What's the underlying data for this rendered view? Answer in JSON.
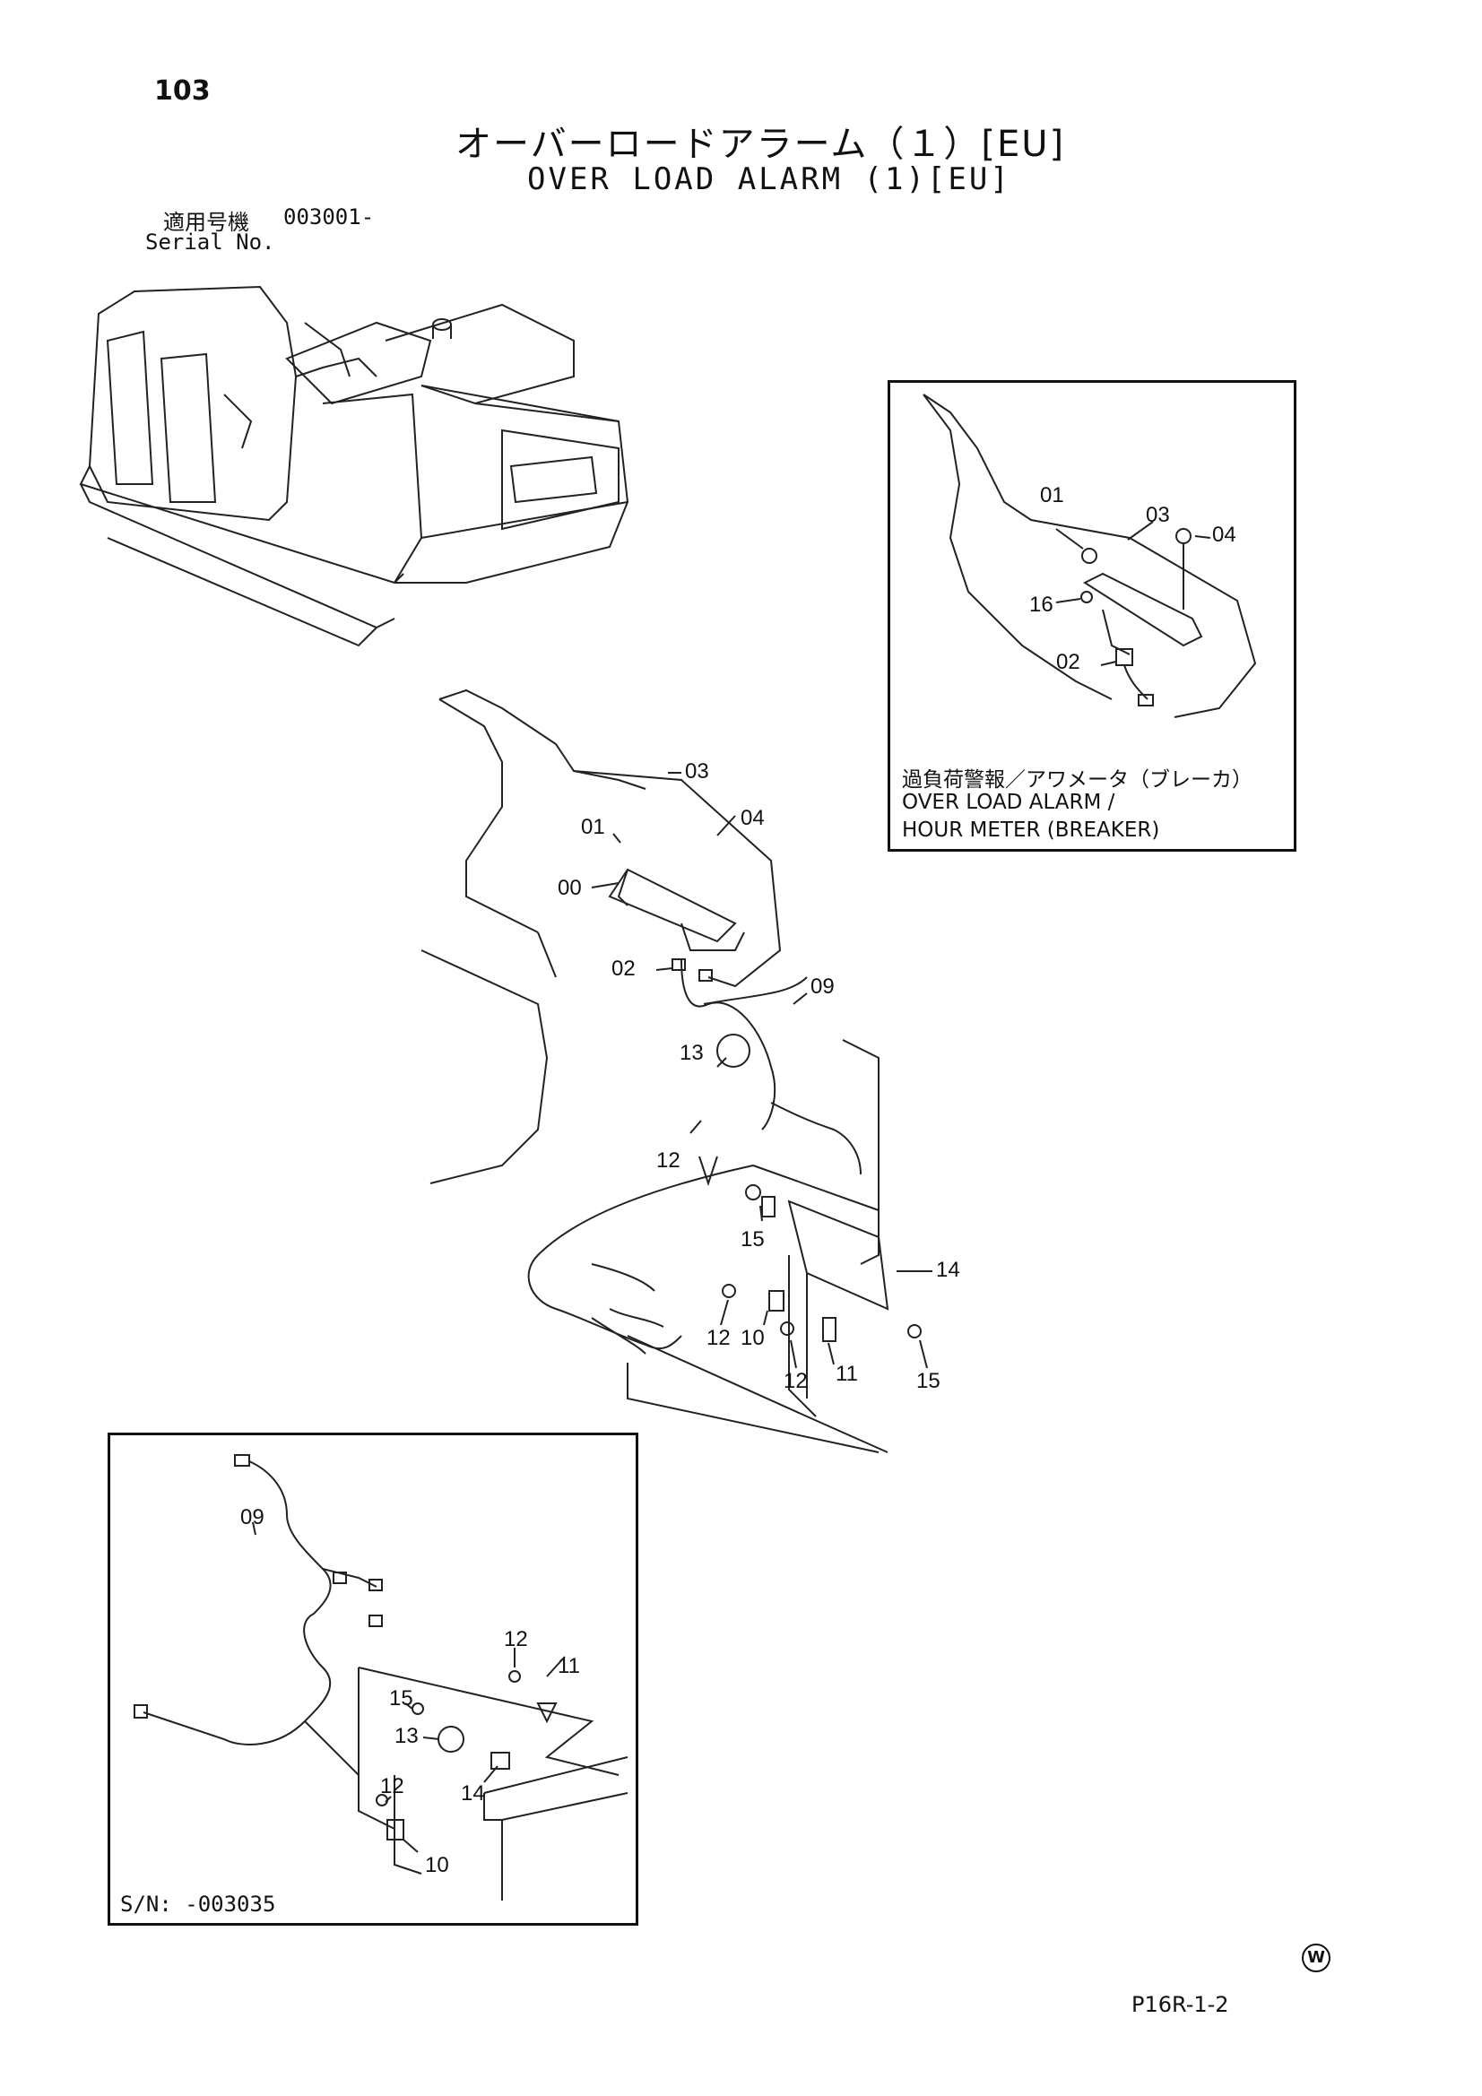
{
  "page_number": "103",
  "title_jp": "オーバーロードアラーム（１）[EU]",
  "title_en": "OVER LOAD ALARM (1)[EU]",
  "serial": {
    "label_jp": "適用号機",
    "label_en": "Serial No.",
    "value": "003001-"
  },
  "inset_top": {
    "caption_jp": "過負荷警報／アワメータ（ブレーカ）",
    "caption_en_1": "OVER LOAD ALARM /",
    "caption_en_2": "HOUR METER (BREAKER)",
    "callouts": [
      "01",
      "03",
      "04",
      "16",
      "02"
    ]
  },
  "main_diagram": {
    "callouts": [
      "03",
      "01",
      "04",
      "00",
      "02",
      "09",
      "13",
      "12",
      "15",
      "14",
      "12",
      "10",
      "12",
      "11",
      "15"
    ]
  },
  "inset_bottom": {
    "sn_label": "S/N: -003035",
    "callouts": [
      "09",
      "12",
      "11",
      "15",
      "13",
      "14",
      "12",
      "10"
    ]
  },
  "footer_code": "P16R-1-2",
  "w_mark": "W"
}
